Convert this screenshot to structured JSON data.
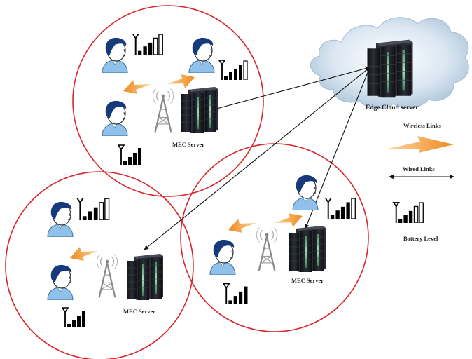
{
  "labels": {
    "edge_cloud_server": "Edge Cloud server",
    "mec_server_top": "MEC Server",
    "mec_server_left": "MEC Server",
    "mec_server_right": "MEC Server"
  },
  "legend": {
    "wireless_links": "Wireless Links",
    "wired_links": "Wired Links",
    "battery_level": "Battery Level"
  },
  "colors": {
    "cell_boundary": "#d9262a",
    "wireless_arrow": "#f08a1e",
    "server_body": "#1b1d24",
    "cloud_fill": "#bcd3e6",
    "user_hair": "#173a7a",
    "user_shirt": "#8fc1ea",
    "tower": "#9a9a9a"
  },
  "icons": [
    "user-icon",
    "signal-bars-icon",
    "cell-tower-icon",
    "server-rack-icon",
    "cloud-icon",
    "wireless-arrow-icon",
    "wired-link-arrow-icon"
  ]
}
